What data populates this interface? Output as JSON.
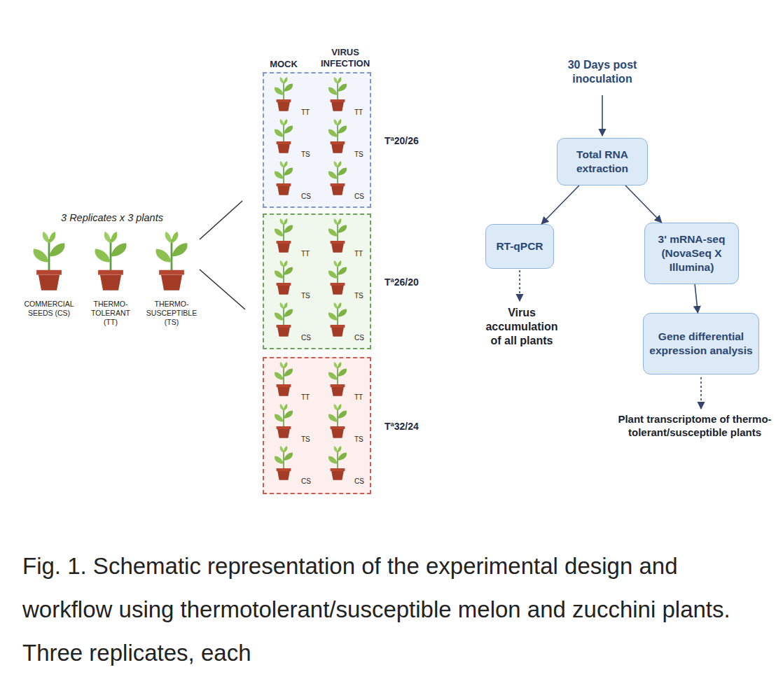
{
  "diagram": {
    "caption": "Fig. 1. Schematic representation of the experimental design and workflow using thermotolerant/susceptible melon and zucchini plants. Three replicates, each",
    "nodes": [
      {
        "text": [
          "Tª20/26",
          "TT",
          "TT",
          "TS",
          "TS",
          "CS",
          "CS"
        ]
      },
      {
        "text": [
          "Tª26/20",
          "TT",
          "TT",
          "TS",
          "TS",
          "CS",
          "CS"
        ]
      },
      {
        "text": [
          "Tª32/24",
          "TT",
          "TT",
          "TS",
          "TS",
          "CS",
          "CS"
        ]
      },
      {
        "text": [
          "Total RNA extraction"
        ]
      },
      {
        "text": [
          "RT-qPCR"
        ]
      },
      {
        "text": [
          "3' mRNA-seq (NovaSeq X Illumina)"
        ]
      },
      {
        "text": [
          "Gene differential expression analysis"
        ]
      }
    ],
    "edges": [
      {
        "from": 3,
        "to": 4,
        "arrow": "to"
      },
      {
        "from": 3,
        "to": 5,
        "arrow": "to"
      },
      {
        "from": 5,
        "to": 6,
        "arrow": "to"
      }
    ],
    "labels": [
      "MOCK",
      "VIRUS INFECTION",
      "3 Replicates x 3 plants",
      "COMMERCIAL SEEDS (CS)",
      "THERMO- TOLERANT (TT)",
      "THERMO- SUSCEPTIBLE (TS)",
      "30 Days post inoculation",
      "Virus accumulation of all plants",
      "Plant transcriptome of thermo- tolerant/susceptible plants"
    ]
  }
}
